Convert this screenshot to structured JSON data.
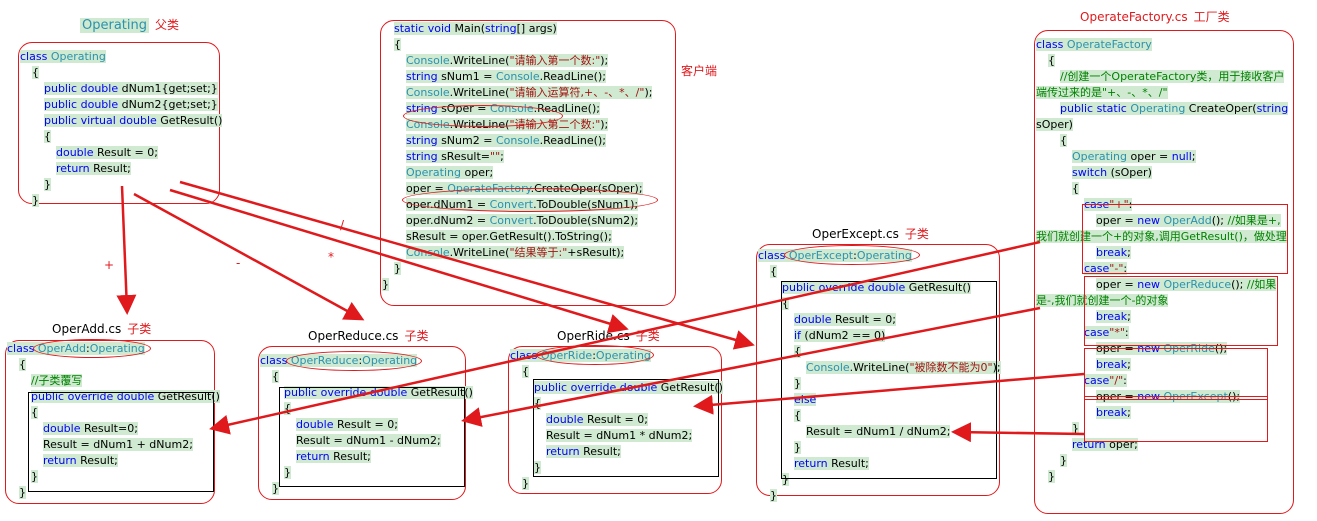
{
  "headings": {
    "operating": {
      "name": "Operating",
      "tag": "父类"
    },
    "client": "客户端",
    "factory": {
      "name": "OperateFactory.cs",
      "tag": "工厂类"
    },
    "operadd": {
      "name": "OperAdd.cs",
      "tag": "子类"
    },
    "operreduce": {
      "name": "OperReduce.cs",
      "tag": "子类"
    },
    "operride": {
      "name": "OperRide.cs",
      "tag": "子类"
    },
    "operexcept": {
      "name": "OperExcept.cs",
      "tag": "子类"
    }
  },
  "arrow_labels": {
    "plus": "+",
    "minus": "-",
    "times": "*",
    "divide": "/"
  },
  "operating_code": [
    "class Operating",
    "{",
    "public double dNum1{get;set;}",
    "public double dNum2{get;set;}",
    "public virtual double GetResult()",
    "{",
    "double Result = 0;",
    "return Result;",
    "}",
    "}"
  ],
  "main_code": [
    "static void Main(string[] args)",
    "{",
    "Console.WriteLine(\"请输入第一个数:\");",
    "string sNum1 = Console.ReadLine();",
    "Console.WriteLine(\"请输入运算符,+、-、*、/\");",
    "string sOper = Console.ReadLine();",
    "Console.WriteLine(\"请输入第二个数:\");",
    "string sNum2 = Console.ReadLine();",
    "string sResult=\"\";",
    "Operating oper;",
    "oper = OperateFactory.CreateOper(sOper);",
    "oper.dNum1 = Convert.ToDouble(sNum1);",
    "oper.dNum2 = Convert.ToDouble(sNum2);",
    "sResult = oper.GetResult().ToString();",
    "Console.WriteLine(\"结果等于:\"+sResult);",
    "}",
    "}"
  ],
  "operadd_code": [
    "class OperAdd:Operating",
    "{",
    "//子类覆写",
    "public override double GetResult()",
    "{",
    "double Result=0;",
    "Result = dNum1 + dNum2;",
    "return Result;",
    "}",
    "}"
  ],
  "operreduce_code": [
    "class OperReduce:Operating",
    "{",
    "public override double GetResult()",
    "{",
    "double Result = 0;",
    "Result = dNum1 - dNum2;",
    "return Result;",
    "}",
    "}"
  ],
  "operride_code": [
    "class OperRide:Operating",
    "{",
    "public override double GetResult()",
    "{",
    "double Result = 0;",
    "Result = dNum1 * dNum2;",
    "return Result;",
    "}",
    "}"
  ],
  "operexcept_code": [
    "class OperExcept:Operating",
    "{",
    "public override double GetResult()",
    "{",
    "double Result = 0;",
    "if (dNum2 == 0)",
    "{",
    "Console.WriteLine(\"被除数不能为0\");",
    "}",
    "else",
    "{",
    "Result = dNum1 / dNum2;",
    "}",
    "return Result;",
    "}",
    "}"
  ],
  "factory_code": [
    "class OperateFactory",
    "{",
    "//创建一个OperateFactory类，用于接收客户",
    "端传过来的是\"+、-、*、/\"",
    "public static Operating CreateOper(string",
    "sOper)",
    "{",
    "Operating oper = null;",
    "switch (sOper)",
    "{",
    "case\"+\":",
    "oper = new OperAdd(); //如果是+,",
    "我们就创建一个+的对象,调用GetResult()，做处理",
    "break;",
    "case\"-\":",
    "oper = new OperReduce(); //如果",
    "是-,我们就创建一个-的对象",
    "break;",
    "case\"*\":",
    "oper = new OperRide();",
    "break;",
    "case\"/\":",
    "oper = new OperExcept();",
    "break;",
    "}",
    "return oper;",
    "}",
    "}"
  ],
  "colors": {
    "red": "#e0191c",
    "highlight": "#cfead0",
    "keyword": "#0000ff",
    "type": "#2b91af",
    "string": "#a31515",
    "comment": "#008000"
  }
}
